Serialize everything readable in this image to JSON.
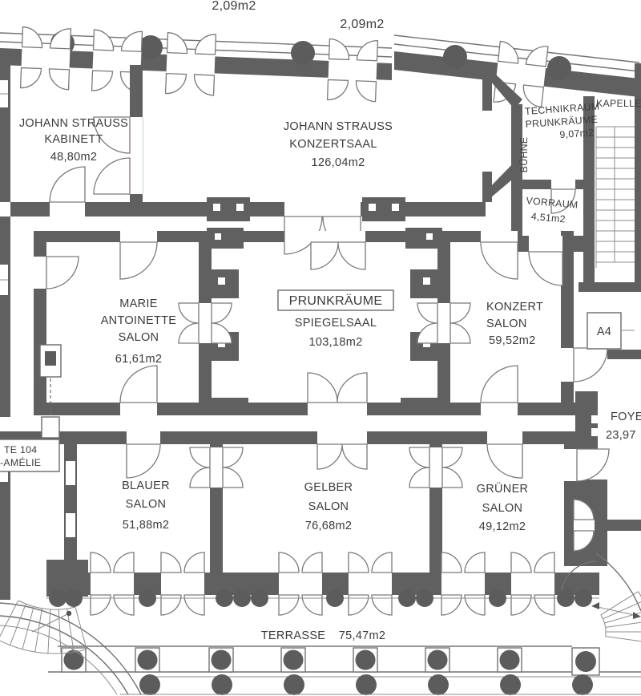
{
  "colors": {
    "wall": "#606060",
    "line": "#737373",
    "text": "#3b3b3b",
    "background": "#ffffff",
    "accent_green": "#a6cba0"
  },
  "annotations": {
    "balcony_left_area": "2,09m2",
    "balcony_right_area": "2,09m2"
  },
  "rooms": {
    "kabinett": {
      "name_line1": "JOHANN STRAUSS",
      "name_line2": "KABINETT",
      "area": "48,80m2"
    },
    "konzertsaal": {
      "name_line1": "JOHANN STRAUSS",
      "name_line2": "KONZERTSAAL",
      "area": "126,04m2"
    },
    "technikraum": {
      "name_line1": "TECHNIKRAUM",
      "name_line2": "PRUNKRÄUME",
      "area": "9,07m2"
    },
    "kapellenstiege": {
      "name": "KAPELLENS"
    },
    "buehne": {
      "name": "BÜHNE"
    },
    "vorraum": {
      "name": "VORRAUM",
      "area": "4,51m2"
    },
    "marie_antoinette": {
      "name_line1": "MARIE",
      "name_line2": "ANTOINETTE",
      "name_line3": "SALON",
      "area": "61,61m2"
    },
    "spiegelsaal": {
      "group_tag": "PRUNKRÄUME",
      "name": "SPIEGELSAAL",
      "area": "103,18m2"
    },
    "konzert_salon": {
      "name_line1": "KONZERT",
      "name_line2": "SALON",
      "area": "59,52m2"
    },
    "lift_a4": {
      "name": "A4"
    },
    "foyer": {
      "name": "FOYE",
      "area": "23,97"
    },
    "suite_104": {
      "name_line1": "TE 104",
      "name_line2": "-AMÉLIE"
    },
    "blauer_salon": {
      "name_line1": "BLAUER",
      "name_line2": "SALON",
      "area": "51,88m2"
    },
    "gelber_salon": {
      "name_line1": "GELBER",
      "name_line2": "SALON",
      "area": "76,68m2"
    },
    "gruener_salon": {
      "name_line1": "GRÜNER",
      "name_line2": "SALON",
      "area": "49,12m2"
    },
    "terrasse": {
      "name": "TERRASSE",
      "area": "75,47m2"
    }
  }
}
